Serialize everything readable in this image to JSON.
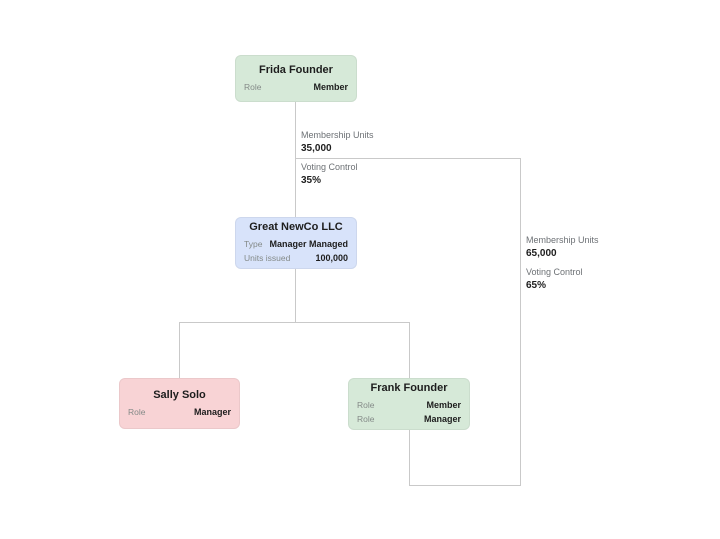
{
  "diagram": {
    "background_color": "#ffffff",
    "line_color": "#c9c9c9",
    "nodes": [
      {
        "id": "frida-founder",
        "title": "Frida Founder",
        "fill_color": "#d6e9d8",
        "rows": [
          {
            "label": "Role",
            "value": "Member"
          }
        ]
      },
      {
        "id": "great-newco-llc",
        "title": "Great NewCo LLC",
        "fill_color": "#d8e3fa",
        "rows": [
          {
            "label": "Type",
            "value": "Manager Managed"
          },
          {
            "label": "Units issued",
            "value": "100,000"
          }
        ]
      },
      {
        "id": "sally-solo",
        "title": "Sally Solo",
        "fill_color": "#f8d3d5",
        "rows": [
          {
            "label": "Role",
            "value": "Manager"
          }
        ]
      },
      {
        "id": "frank-founder",
        "title": "Frank Founder",
        "fill_color": "#d6e9d8",
        "rows": [
          {
            "label": "Role",
            "value": "Member"
          },
          {
            "label": "Role",
            "value": "Manager"
          }
        ]
      }
    ],
    "edge_labels": [
      {
        "label": "Membership Units",
        "value": "35,000"
      },
      {
        "label": "Voting Control",
        "value": "35%"
      },
      {
        "label": "Membership Units",
        "value": "65,000"
      },
      {
        "label": "Voting Control",
        "value": "65%"
      }
    ]
  }
}
